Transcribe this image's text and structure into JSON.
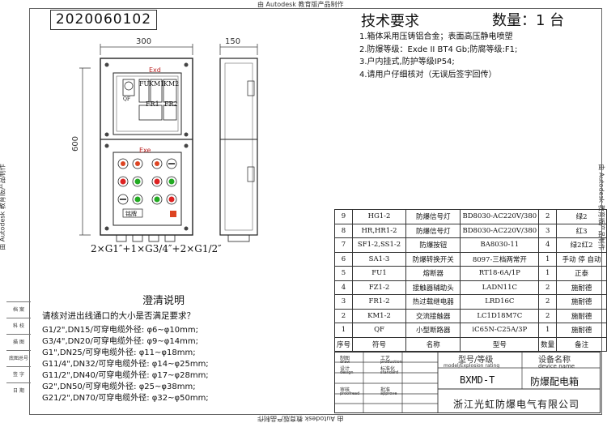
{
  "watermark": {
    "top": "由 Autodesk 教育版产品制作",
    "bottom": "由 Autodesk 教育版产品制作",
    "left": "由 Autodesk 教育版产品制作",
    "right": "由 Autodesk 教育版产品制作"
  },
  "drawing_number": "2020060102",
  "requirements": {
    "title": "技术要求",
    "qty_label": "数量：1 台",
    "items": [
      "1.箱体采用压铸铝合金；表面高压静电喷塑",
      "2.防爆等级：Exde II BT4 Gb;防腐等级:F1;",
      "3.户内挂式,防护等级IP54;",
      "4.请用户仔细核对（无误后签字回传）"
    ]
  },
  "dimensions": {
    "width": "300",
    "depth": "150",
    "height": "600"
  },
  "panel": {
    "upper_mark": "Exd",
    "lower_mark": "Exe",
    "labels": [
      "FU",
      "KM1",
      "KM2",
      "FR1",
      "FR2",
      "QF"
    ],
    "nameplate": "铭牌"
  },
  "thread_spec": "2×G1″+1×G3/4″+2×G1/2″",
  "clarification": {
    "title": "澄清说明",
    "question": "请核对进出线通口的大小是否满足要求？",
    "lines": [
      "G1/2\",DN15/可穿电缆外径: φ6~φ10mm;",
      "G3/4\",DN20/可穿电缆外径: φ9~φ14mm;",
      "G1\",DN25/可穿电缆外径: φ11~φ18mm;",
      "G11/4\",DN32/可穿电缆外径: φ14~φ25mm;",
      "G11/2\",DN40/可穿电缆外径: φ17~φ28mm;",
      "G2\",DN50/可穿电缆外径: φ25~φ38mm;",
      "G21/2\",DN70/可穿电缆外径: φ32~φ50mm;"
    ]
  },
  "bom": {
    "rows": [
      [
        "9",
        "HG1-2",
        "防爆信号灯",
        "BD8030-AC220V/380",
        "2",
        "绿2"
      ],
      [
        "8",
        "HR,HR1-2",
        "防爆信号灯",
        "BD8030-AC220V/380",
        "3",
        "红3"
      ],
      [
        "7",
        "SF1-2,SS1-2",
        "防爆按钮",
        "BA8030-11",
        "4",
        "绿2红2"
      ],
      [
        "6",
        "SA1-3",
        "防爆转换开关",
        "8097-三档两常开",
        "1",
        "手动 停 自动"
      ],
      [
        "5",
        "FU1",
        "熔断器",
        "RT18-6A/1P",
        "1",
        "正泰"
      ],
      [
        "4",
        "FZ1-2",
        "接触器辅助头",
        "LADN11C",
        "2",
        "施耐德"
      ],
      [
        "3",
        "FR1-2",
        "热过载继电器",
        "LRD16C",
        "2",
        "施耐德"
      ],
      [
        "2",
        "KM1-2",
        "交流接触器",
        "LC1D18M7C",
        "2",
        "施耐德"
      ],
      [
        "1",
        "QF",
        "小型断路器",
        "iC65N-C25A/3P",
        "1",
        "施耐德"
      ]
    ],
    "header": [
      "序号",
      "符号",
      "名称",
      "型号",
      "数量",
      "备注"
    ]
  },
  "title_block": {
    "model_label": "型号/等级",
    "model_label_en": "model/Explosion rating",
    "name_label": "设备名称",
    "name_label_en": "device name",
    "model": "BXMD-T",
    "device_name": "防爆配电箱",
    "company": "浙江光虹防爆电气有限公司",
    "role_labels": [
      "制图",
      "设计",
      "审核",
      "标准化",
      "批准",
      "工艺"
    ],
    "role_labels_en": [
      "draw",
      "design",
      "proofread",
      "standard",
      "approve",
      "production"
    ]
  },
  "left_strip": [
    "档 案",
    "科 校",
    "描 图",
    "底图总号",
    "签 字",
    "日 期"
  ]
}
